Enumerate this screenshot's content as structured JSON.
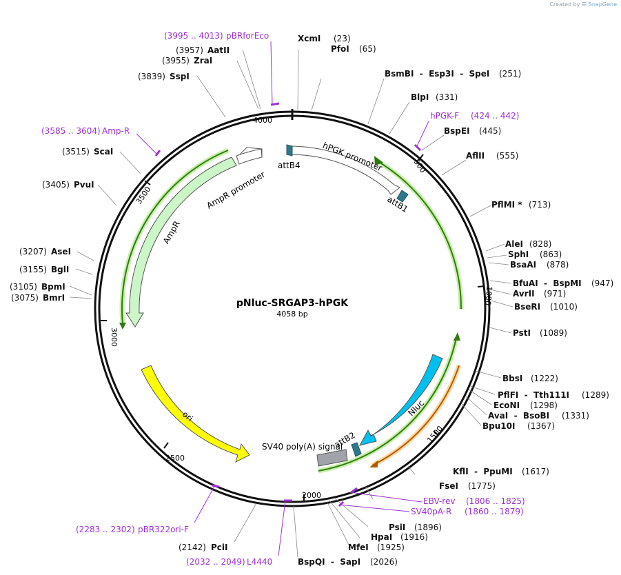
{
  "credit": {
    "prefix": "Created by",
    "brand": "SnapGene"
  },
  "plasmid": {
    "name": "pNluc-SRGAP3-hPGK",
    "length": 4058,
    "length_label": "4058 bp"
  },
  "ticks": [
    "500",
    "1000",
    "1500",
    "2000",
    "2500",
    "3000",
    "3500",
    "4000"
  ],
  "features": [
    {
      "name": "hPGK promoter",
      "type": "promoter",
      "color": "#ffffff"
    },
    {
      "name": "attB4",
      "type": "site",
      "color": "#2c7a8c"
    },
    {
      "name": "attB1",
      "type": "site",
      "color": "#2c7a8c"
    },
    {
      "name": "AmpR promoter",
      "type": "promoter",
      "color": "#ffffff"
    },
    {
      "name": "AmpR",
      "type": "cds",
      "color": "#ccf5c8"
    },
    {
      "name": "ori",
      "type": "rep_origin",
      "color": "#ffff00"
    },
    {
      "name": "Nluc",
      "type": "cds",
      "color": "#00c0f0"
    },
    {
      "name": "attB2",
      "type": "site",
      "color": "#2c7a8c"
    },
    {
      "name": "SV40 poly(A) signal",
      "type": "terminator",
      "color": "#a0a4aa"
    }
  ],
  "enzymes": [
    {
      "name": "XcmI",
      "pos": "(23)"
    },
    {
      "name": "PfoI",
      "pos": "(65)"
    },
    {
      "name": "BsmBI  -  Esp3I  -  SpeI",
      "pos": "(251)"
    },
    {
      "name": "BlpI",
      "pos": "(331)"
    },
    {
      "name": "BspEI",
      "pos": "(445)"
    },
    {
      "name": "AflII",
      "pos": "(555)"
    },
    {
      "name": "PflMI *",
      "pos": "(713)"
    },
    {
      "name": "AleI",
      "pos": "(828)"
    },
    {
      "name": "SphI",
      "pos": "(863)"
    },
    {
      "name": "BsaAI",
      "pos": "(878)"
    },
    {
      "name": "BfuAI  -  BspMI",
      "pos": "(947)"
    },
    {
      "name": "AvrII",
      "pos": "(971)"
    },
    {
      "name": "BseRI",
      "pos": "(1010)"
    },
    {
      "name": "PstI",
      "pos": "(1089)"
    },
    {
      "name": "BbsI",
      "pos": "(1222)"
    },
    {
      "name": "PflFI  -  Tth111I",
      "pos": "(1289)"
    },
    {
      "name": "EcoNI",
      "pos": "(1298)"
    },
    {
      "name": "AvaI  -  BsoBI",
      "pos": "(1331)"
    },
    {
      "name": "Bpu10I",
      "pos": "(1367)"
    },
    {
      "name": "KflI  -  PpuMI",
      "pos": "(1617)"
    },
    {
      "name": "FseI",
      "pos": "(1775)"
    },
    {
      "name": "PsiI",
      "pos": "(1896)"
    },
    {
      "name": "HpaI",
      "pos": "(1916)"
    },
    {
      "name": "MfeI",
      "pos": "(1925)"
    },
    {
      "name": "BspQI  -  SapI",
      "pos": "(2026)"
    },
    {
      "name": "PciI",
      "pos": "(2142)"
    },
    {
      "name": "BmrI",
      "pos": "(3075)"
    },
    {
      "name": "BpmI",
      "pos": "(3105)"
    },
    {
      "name": "BglI",
      "pos": "(3155)"
    },
    {
      "name": "AseI",
      "pos": "(3207)"
    },
    {
      "name": "PvuI",
      "pos": "(3405)"
    },
    {
      "name": "ScaI",
      "pos": "(3515)"
    },
    {
      "name": "SspI",
      "pos": "(3839)"
    },
    {
      "name": "ZraI",
      "pos": "(3955)"
    },
    {
      "name": "AatII",
      "pos": "(3957)"
    }
  ],
  "primers": [
    {
      "name": "pBRforEco",
      "range": "(3995 .. 4013)"
    },
    {
      "name": "hPGK-F",
      "range": "(424 .. 442)"
    },
    {
      "name": "Amp-R",
      "range": "(3585 .. 3604)"
    },
    {
      "name": "EBV-rev",
      "range": "(1806 .. 1825)"
    },
    {
      "name": "SV40pA-R",
      "range": "(1860 .. 1879)"
    },
    {
      "name": "pBR322ori-F",
      "range": "(2283 .. 2302)"
    },
    {
      "name": "L4440",
      "range": "(2032 .. 2049)"
    }
  ]
}
